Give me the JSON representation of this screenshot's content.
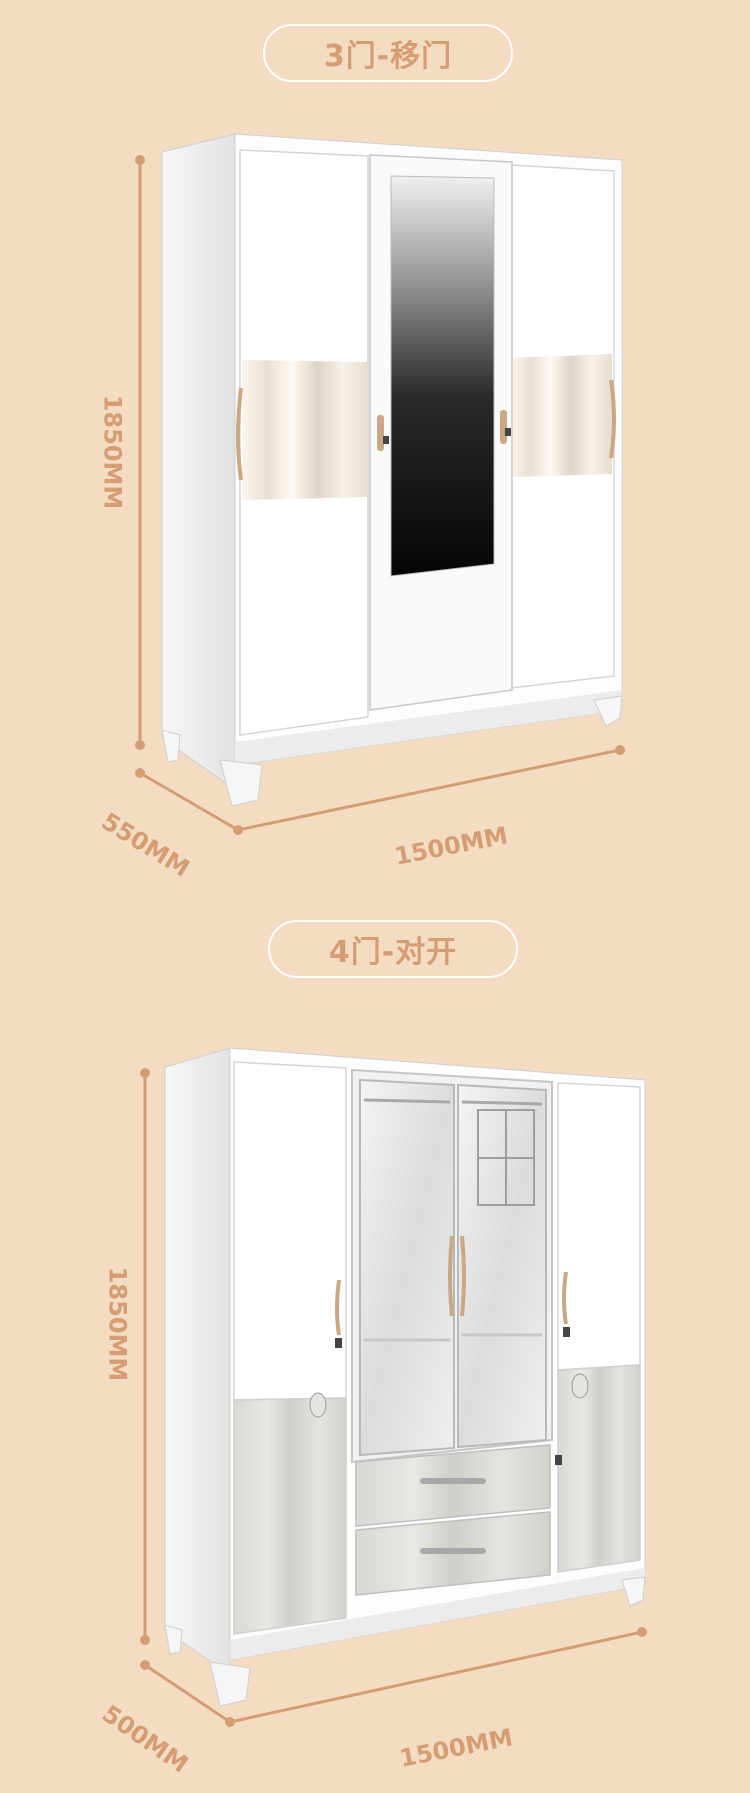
{
  "section1": {
    "title": "3门-移门",
    "height_label": "1850MM",
    "depth_label": "550MM",
    "width_label": "1500MM"
  },
  "section2": {
    "title": "4门-对开",
    "height_label": "1850MM",
    "depth_label": "500MM",
    "width_label": "1500MM"
  },
  "colors": {
    "background": "#f4dcc3",
    "accent": "#d59d73",
    "cabinet": "#ffffff"
  }
}
